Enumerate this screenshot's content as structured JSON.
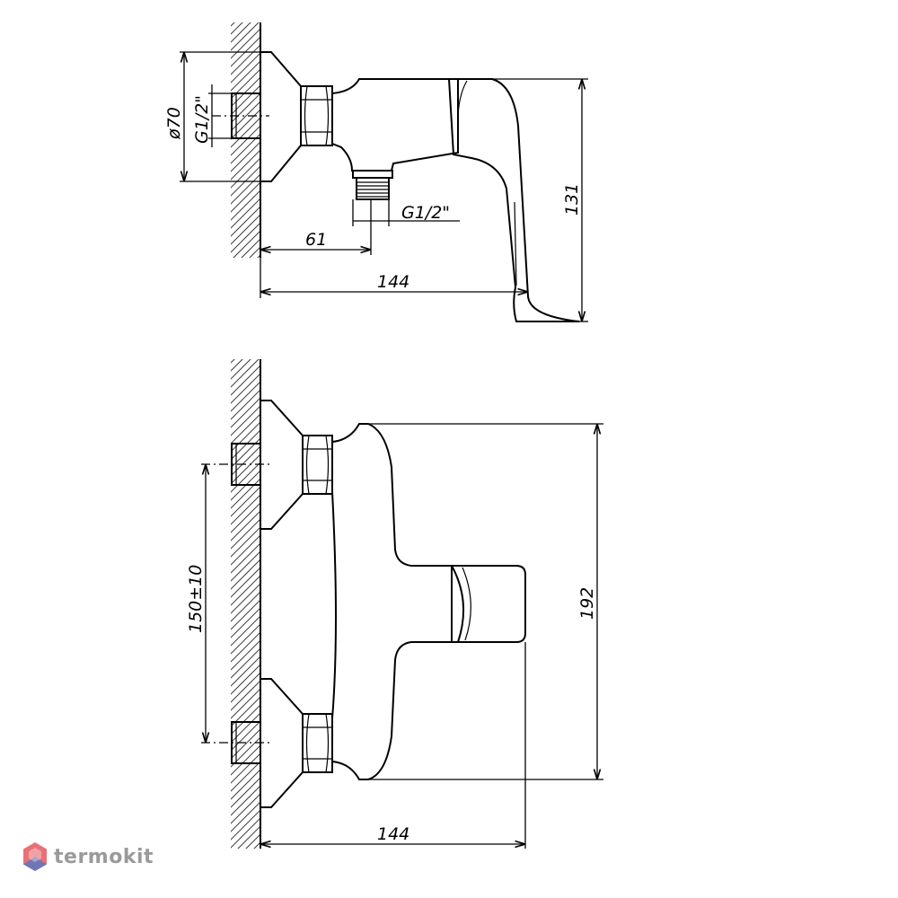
{
  "side_view": {
    "dim_diameter": "ø70",
    "dim_inlet_thread": "G1/2\"",
    "dim_outlet_thread": "G1/2\"",
    "dim_outlet_offset": "61",
    "dim_depth": "144",
    "dim_height": "131"
  },
  "front_view": {
    "dim_inlet_spacing": "150±10",
    "dim_height": "192",
    "dim_depth": "144"
  },
  "watermark": {
    "brand": "termokit",
    "colors": {
      "red": "#e0424a",
      "blue": "#4a78c8",
      "text": "#9a9a9a"
    }
  }
}
